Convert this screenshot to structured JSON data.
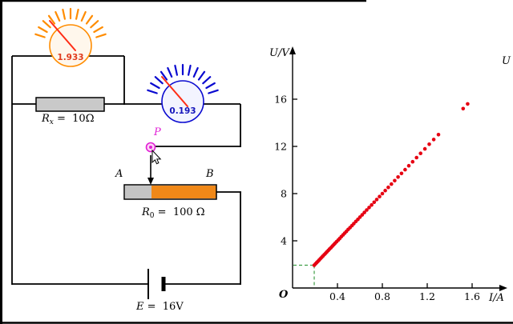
{
  "meters": {
    "voltmeter": {
      "value": "1.933",
      "dial_color": "#ff8c00",
      "ring_color": "#ff8c00",
      "needle_color": "#ff2d16",
      "value_color": "#e03c1e"
    },
    "ammeter": {
      "value": "0.193",
      "dial_color": "#0a0ad0",
      "ring_color": "#0a0ad0",
      "needle_color": "#ff2d16",
      "value_color": "#1515bb"
    }
  },
  "circuit": {
    "rx_label": {
      "symbol": "R",
      "sub": "x",
      "eq": " =  10Ω"
    },
    "r0_label": {
      "symbol": "R",
      "sub": "0",
      "eq": " =  100 Ω"
    },
    "battery_label": {
      "symbol": "E",
      "eq": " =  16V"
    },
    "slider_point_label": "P",
    "terminal_a_label": "A",
    "terminal_b_label": "B",
    "resistor_fill": "#c9c9c9",
    "rheostat": {
      "active_color": "#f08818",
      "inactive_color": "#c4c4c4"
    },
    "slider_color": "#e01fd5"
  },
  "chart_data": {
    "type": "scatter",
    "title": "",
    "xlabel": "I/A",
    "ylabel": "U/V",
    "origin_label": "O",
    "partial_second_axis_label": "U",
    "xlim": [
      0,
      1.85
    ],
    "ylim": [
      0,
      20
    ],
    "xticks": [
      "0.4",
      "0.8",
      "1.2",
      "1.6"
    ],
    "yticks": [
      "4",
      "8",
      "12",
      "16"
    ],
    "grid": false,
    "legend": "none",
    "point_color": "#e60012",
    "guide_color": "#3f9e46",
    "highlight_point": {
      "I": 0.193,
      "U": 1.933
    },
    "points": [
      [
        0.193,
        1.93
      ],
      [
        0.205,
        2.05
      ],
      [
        0.215,
        2.15
      ],
      [
        0.226,
        2.26
      ],
      [
        0.237,
        2.37
      ],
      [
        0.248,
        2.48
      ],
      [
        0.26,
        2.6
      ],
      [
        0.271,
        2.71
      ],
      [
        0.283,
        2.83
      ],
      [
        0.295,
        2.95
      ],
      [
        0.306,
        3.06
      ],
      [
        0.318,
        3.18
      ],
      [
        0.33,
        3.3
      ],
      [
        0.342,
        3.42
      ],
      [
        0.355,
        3.55
      ],
      [
        0.368,
        3.68
      ],
      [
        0.38,
        3.8
      ],
      [
        0.393,
        3.93
      ],
      [
        0.407,
        4.07
      ],
      [
        0.42,
        4.2
      ],
      [
        0.435,
        4.35
      ],
      [
        0.45,
        4.5
      ],
      [
        0.465,
        4.65
      ],
      [
        0.48,
        4.8
      ],
      [
        0.496,
        4.96
      ],
      [
        0.512,
        5.12
      ],
      [
        0.529,
        5.29
      ],
      [
        0.546,
        5.46
      ],
      [
        0.564,
        5.64
      ],
      [
        0.582,
        5.82
      ],
      [
        0.601,
        6.01
      ],
      [
        0.62,
        6.2
      ],
      [
        0.64,
        6.4
      ],
      [
        0.661,
        6.61
      ],
      [
        0.682,
        6.82
      ],
      [
        0.704,
        7.04
      ],
      [
        0.727,
        7.27
      ],
      [
        0.75,
        7.5
      ],
      [
        0.775,
        7.75
      ],
      [
        0.8,
        8.0
      ],
      [
        0.826,
        8.26
      ],
      [
        0.853,
        8.53
      ],
      [
        0.881,
        8.81
      ],
      [
        0.91,
        9.1
      ],
      [
        0.94,
        9.4
      ],
      [
        0.971,
        9.71
      ],
      [
        1.003,
        10.03
      ],
      [
        1.036,
        10.36
      ],
      [
        1.07,
        10.7
      ],
      [
        1.105,
        11.05
      ],
      [
        1.141,
        11.41
      ],
      [
        1.179,
        11.79
      ],
      [
        1.218,
        12.18
      ],
      [
        1.258,
        12.58
      ],
      [
        1.3,
        13.0
      ],
      [
        1.52,
        15.2
      ],
      [
        1.56,
        15.6
      ]
    ]
  }
}
